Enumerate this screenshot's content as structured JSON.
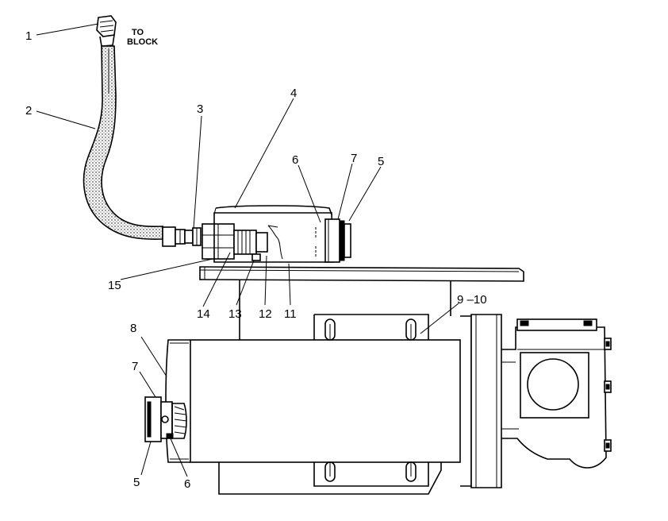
{
  "note": {
    "line1": "TO",
    "line2": "BLOCK"
  },
  "callouts": {
    "c1": "1",
    "c2": "2",
    "c3": "3",
    "c4": "4",
    "c5_top": "5",
    "c6_top": "6",
    "c7_top": "7",
    "c8": "8",
    "c7_bottom": "7",
    "c5_bottom": "5",
    "c6_bottom": "6",
    "c9_10": "9 –10",
    "c11": "11",
    "c12": "12",
    "c13": "13",
    "c14": "14",
    "c15": "15"
  },
  "colors": {
    "ink": "#000000",
    "paper": "#ffffff"
  }
}
